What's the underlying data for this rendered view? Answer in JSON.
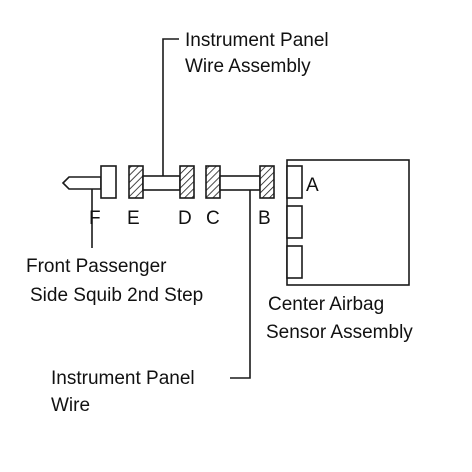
{
  "labels": {
    "instrument_panel_wire_assembly": [
      "Instrument Panel",
      "Wire Assembly"
    ],
    "front_passenger_squib": [
      "Front Passenger",
      "Side Squib 2nd Step"
    ],
    "center_airbag_sensor": [
      "Center Airbag",
      "Sensor Assembly"
    ],
    "instrument_panel_wire": [
      "Instrument Panel",
      "Wire"
    ]
  },
  "connectors": {
    "a": "A",
    "b": "B",
    "c": "C",
    "d": "D",
    "e": "E",
    "f": "F"
  }
}
